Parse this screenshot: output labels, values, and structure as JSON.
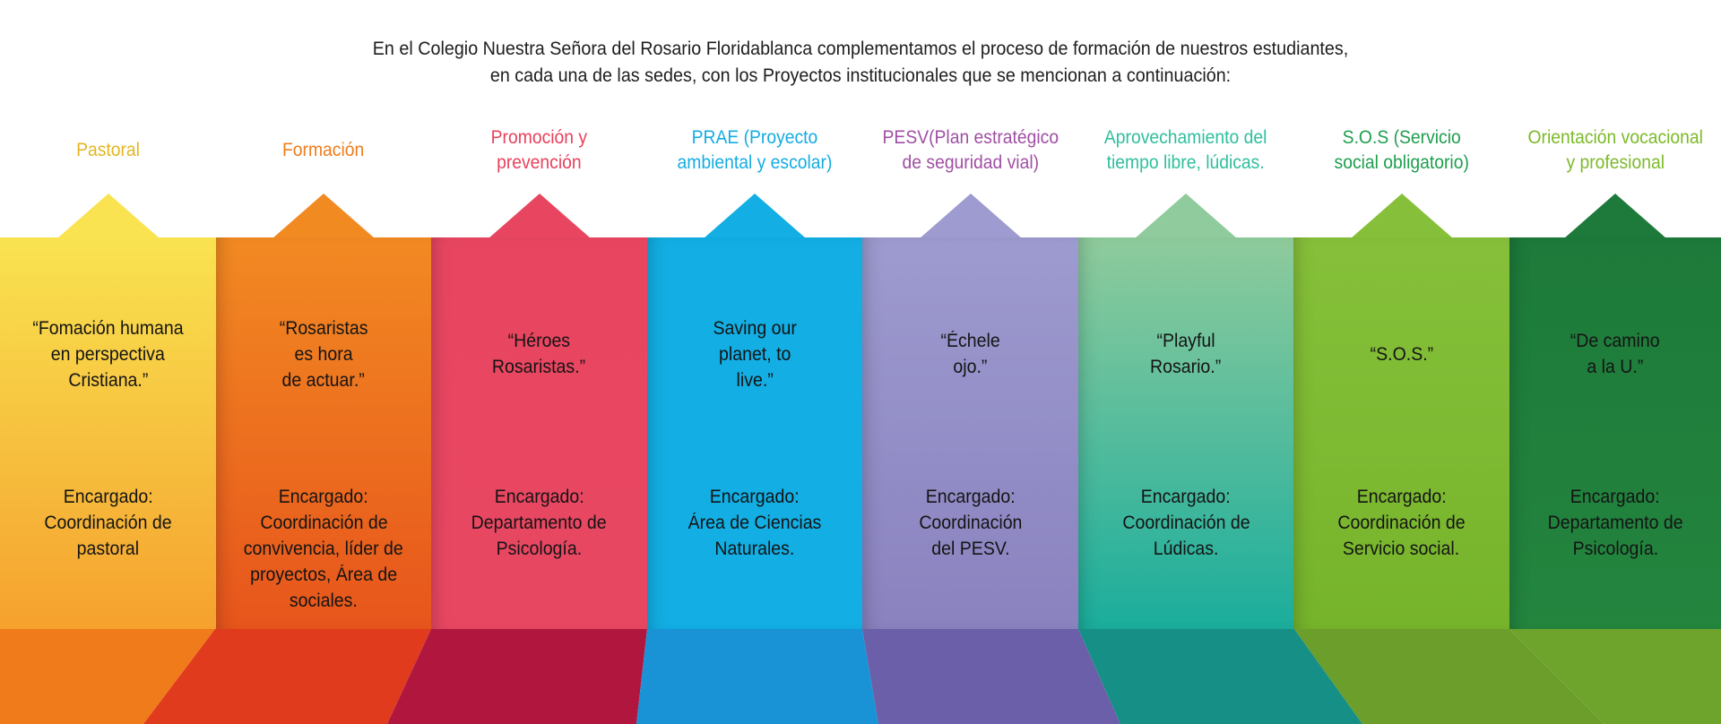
{
  "intro": {
    "lines": [
      "En el Colegio Nuestra Señora del Rosario Floridablanca complementamos el proceso de formación de nuestros estudiantes,",
      "en cada una de las sedes, con los Proyectos institucionales que se mencionan a continuación:"
    ]
  },
  "projects": [
    {
      "title": [
        "Pastoral"
      ],
      "slogan": [
        "“Fomación humana",
        "en perspectiva",
        "Cristiana.”"
      ],
      "responsible": [
        "Encargado:",
        "Coordinación de",
        "pastoral"
      ],
      "colors": {
        "title": "#e5b61f",
        "top": "#f9e350",
        "bottom": "#f5a12e",
        "floor": "#ef7b1a"
      }
    },
    {
      "title": [
        "Formación"
      ],
      "slogan": [
        "“Rosaristas",
        "es hora",
        "de actuar.”"
      ],
      "responsible": [
        "Encargado:",
        "Coordinación de",
        "convivencia, líder de",
        "proyectos, Área de",
        "sociales."
      ],
      "colors": {
        "title": "#ee7d1d",
        "top": "#f28a22",
        "bottom": "#e7551c",
        "floor": "#e03b1c"
      }
    },
    {
      "title": [
        "Promoción y",
        "prevención"
      ],
      "slogan": [
        "“Héroes",
        "Rosaristas.”"
      ],
      "responsible": [
        "Encargado:",
        "Departamento de",
        "Psicología."
      ],
      "colors": {
        "title": "#e8425d",
        "top": "#e84660",
        "bottom": "#e84762",
        "floor": "#b1163f"
      }
    },
    {
      "title": [
        "PRAE (Proyecto",
        "ambiental y escolar)"
      ],
      "slogan": [
        "Saving our",
        "planet, to",
        "live.”"
      ],
      "responsible": [
        "Encargado:",
        "Área de Ciencias",
        "Naturales."
      ],
      "colors": {
        "title": "#15ace2",
        "top": "#12aee4",
        "bottom": "#12aee4",
        "floor": "#1a93d6"
      }
    },
    {
      "title": [
        "PESV(Plan estratégico",
        "de seguridad vial)"
      ],
      "slogan": [
        "“Échele",
        "ojo.”"
      ],
      "responsible": [
        "Encargado:",
        "Coordinación",
        "del PESV."
      ],
      "colors": {
        "title": "#a04fa4",
        "top": "#9d9bcf",
        "bottom": "#8a82bf",
        "floor": "#6a5fa8"
      }
    },
    {
      "title": [
        "Aprovechamiento del",
        "tiempo libre, lúdicas."
      ],
      "slogan": [
        "“Playful",
        "Rosario.”"
      ],
      "responsible": [
        "Encargado:",
        "Coordinación de",
        "Lúdicas."
      ],
      "colors": {
        "title": "#2ebf9e",
        "top": "#8fcb9c",
        "bottom": "#1aad9c",
        "floor": "#168f86"
      }
    },
    {
      "title": [
        "S.O.S (Servicio",
        "social obligatorio)"
      ],
      "slogan": [
        "“S.O.S.”"
      ],
      "responsible": [
        "Encargado:",
        "Coordinación de",
        "Servicio social."
      ],
      "colors": {
        "title": "#1e9f4e",
        "top": "#86c03a",
        "bottom": "#76b42b",
        "floor": "#6b9e2a"
      }
    },
    {
      "title": [
        "Orientación vocacional",
        "y profesional"
      ],
      "slogan": [
        "“De camino",
        "a la U.”"
      ],
      "responsible": [
        "Encargado:",
        "Departamento de",
        "Psicología."
      ],
      "colors": {
        "title": "#7cba2a",
        "top": "#1d7a3a",
        "bottom": "#23853e",
        "floor": "#6ea32c"
      }
    }
  ]
}
